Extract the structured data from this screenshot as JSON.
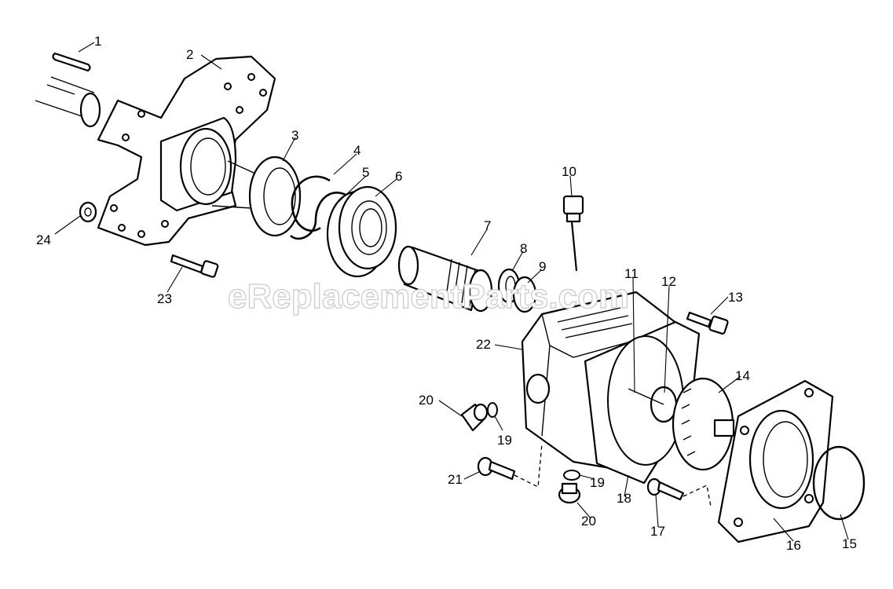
{
  "watermark": "eReplacementParts.com",
  "callouts": {
    "c1": "1",
    "c2": "2",
    "c3": "3",
    "c4": "4",
    "c5": "5",
    "c6": "6",
    "c7": "7",
    "c8": "8",
    "c9": "9",
    "c10": "10",
    "c11": "11",
    "c12": "12",
    "c13": "13",
    "c14": "14",
    "c15": "15",
    "c16": "16",
    "c17": "17",
    "c18": "18",
    "c19a": "19",
    "c19b": "19",
    "c20a": "20",
    "c20b": "20",
    "c21": "21",
    "c22": "22",
    "c23": "23",
    "c24": "24"
  }
}
